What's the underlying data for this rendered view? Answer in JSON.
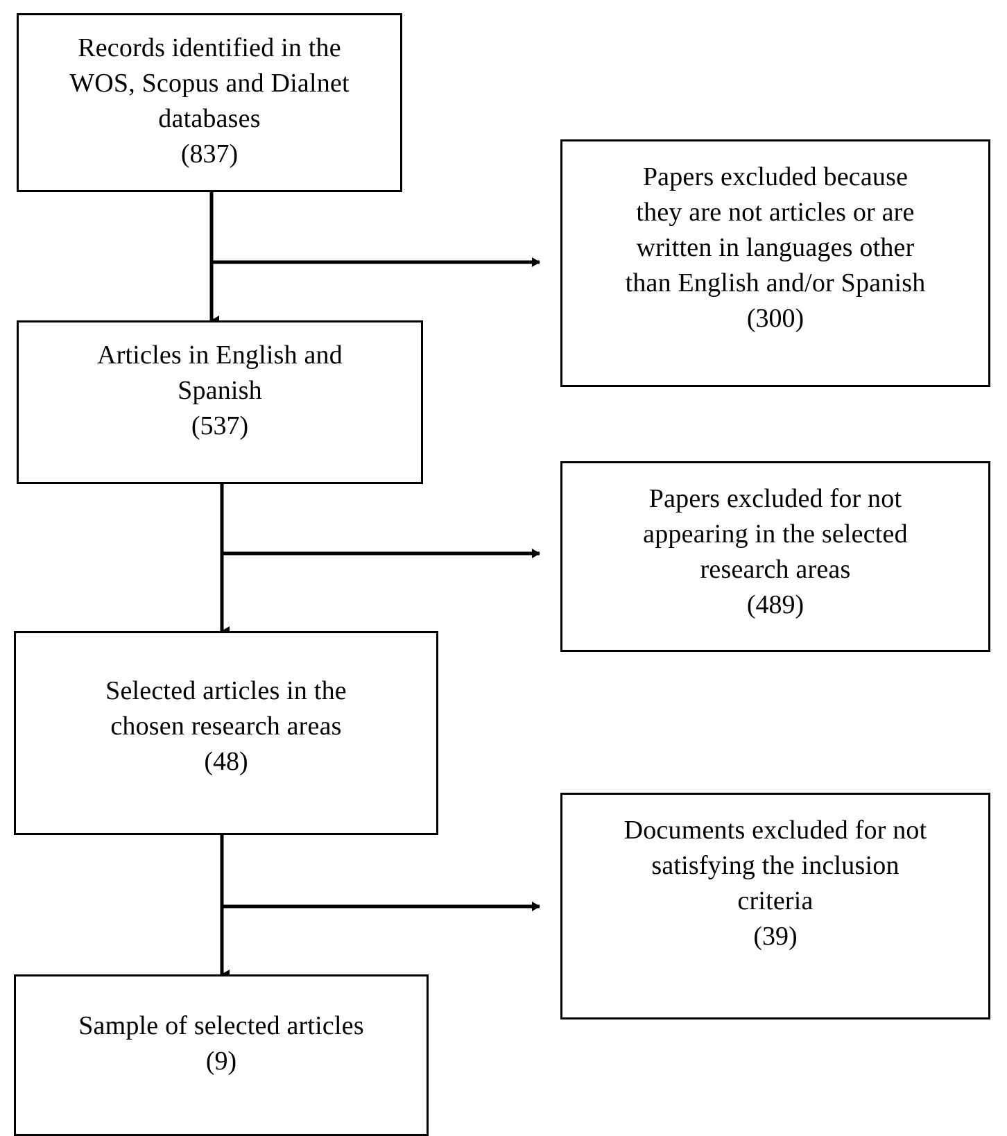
{
  "diagram": {
    "type": "prisma-flow-diagram",
    "orientation": "vertical-with-side-exclusions",
    "line_color": "#000000",
    "background_color": "#ffffff",
    "box_fill": "#ffffff",
    "nodes": {
      "records_identified": {
        "text": "Records identified in the\nWOS, Scopus and Dialnet\ndatabases",
        "count": "(837)"
      },
      "articles_english_spanish": {
        "text": "Articles in English and\nSpanish",
        "count": "(537)"
      },
      "selected_articles_areas": {
        "text": "Selected articles in the\nchosen research areas",
        "count": "(48)"
      },
      "sample_selected_articles": {
        "text": "Sample of selected articles",
        "count": "(9)"
      },
      "excluded_languages": {
        "text": "Papers excluded because\nthey are not articles or are\nwritten in languages other\nthan English and/or Spanish",
        "count": "(300)"
      },
      "excluded_research_areas": {
        "text": "Papers excluded for not\nappearing in the selected\nresearch areas",
        "count": "(489)"
      },
      "excluded_inclusion_criteria": {
        "text": "Documents excluded for not\nsatisfying the inclusion\ncriteria",
        "count": "(39)"
      }
    },
    "edges": [
      {
        "from": "records_identified",
        "to": "articles_english_spanish",
        "direction": "down"
      },
      {
        "from": "records_identified",
        "to": "excluded_languages",
        "direction": "right"
      },
      {
        "from": "articles_english_spanish",
        "to": "selected_articles_areas",
        "direction": "down"
      },
      {
        "from": "articles_english_spanish",
        "to": "excluded_research_areas",
        "direction": "right"
      },
      {
        "from": "selected_articles_areas",
        "to": "sample_selected_articles",
        "direction": "down"
      },
      {
        "from": "selected_articles_areas",
        "to": "excluded_inclusion_criteria",
        "direction": "right"
      }
    ]
  }
}
